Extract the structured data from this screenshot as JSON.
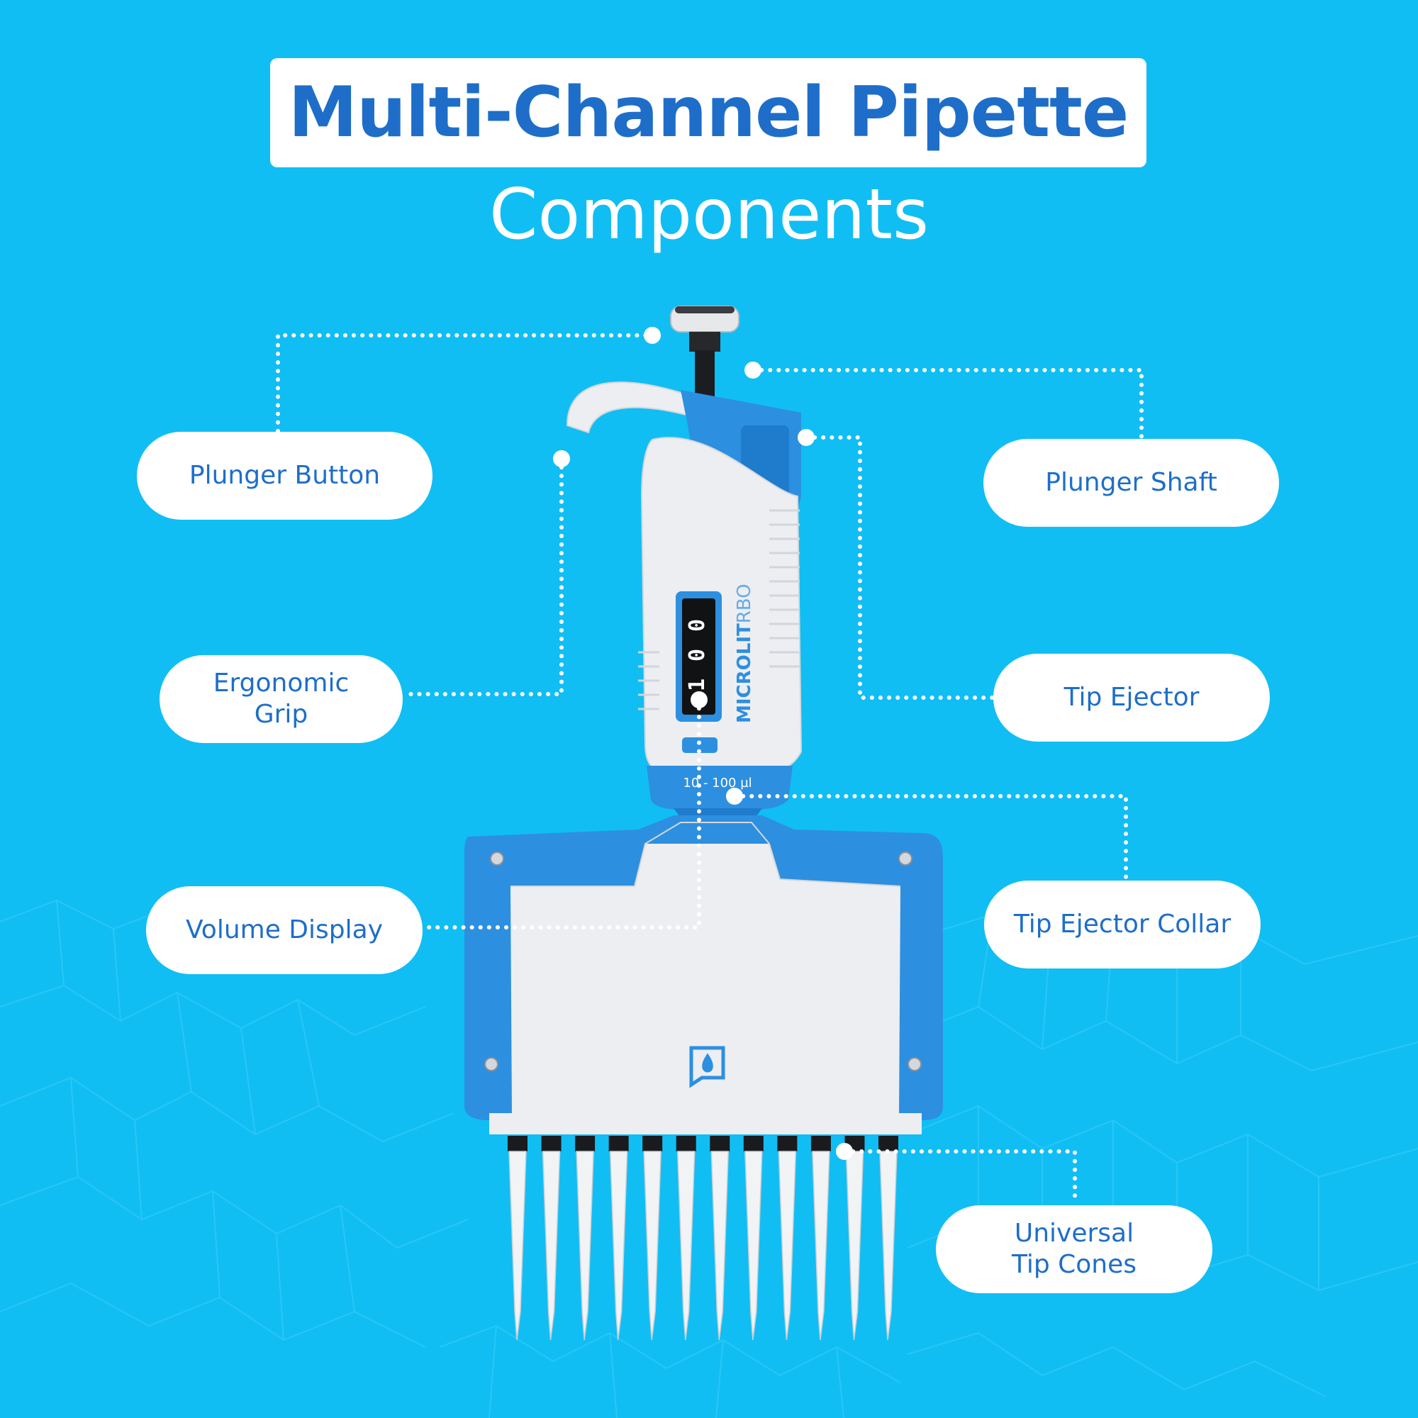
{
  "title": "Multi-Channel Pipette",
  "subtitle": "Components",
  "labels": {
    "plunger_button": "Plunger Button",
    "ergonomic_grip": "Ergonomic\nGrip",
    "volume_display": "Volume Display",
    "plunger_shaft": "Plunger Shaft",
    "tip_ejector": "Tip Ejector",
    "tip_ejector_collar": "Tip Ejector Collar",
    "universal_tip_cones": "Universal\nTip Cones"
  },
  "pipette": {
    "brand_bold": "MICROLIT",
    "brand_light": "RBO",
    "volume_digits": [
      "1",
      "0",
      "0"
    ],
    "volume_range": "10 - 100 µl",
    "tip_count": 12
  },
  "colors": {
    "background": "#10bef4",
    "title_text": "#1e6ec9",
    "pipette_blue": "#2d8fe0",
    "pipette_white": "#eceef1",
    "leader_dots": "#ffffff"
  }
}
